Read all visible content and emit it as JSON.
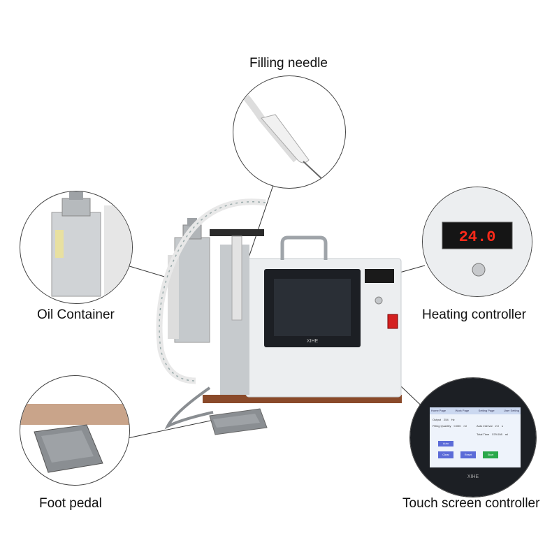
{
  "labels": {
    "filling_needle": "Filling needle",
    "oil_container": "Oil Container",
    "heating_controller": "Heating controller",
    "foot_pedal": "Foot pedal",
    "touch_screen_controller": "Touch screen controller"
  },
  "brand": "XIHE",
  "heating_display": "24.0",
  "touch_screen": {
    "tabs": [
      "Home Page",
      "Work Page",
      "Setting Page",
      "User Setting"
    ],
    "rows": [
      {
        "label": "Output",
        "value": "254",
        "unit": "Hz"
      },
      {
        "label": "Filling Quantity",
        "value": "0.000",
        "unit": "ml"
      },
      {
        "label": "Auto Interval",
        "value": "2.0",
        "unit": "s"
      },
      {
        "label": "Total Time",
        "value": "579.008",
        "unit": "ml"
      }
    ],
    "buttons": {
      "auto": "Auto",
      "clear": "Clear",
      "reset": "Reset",
      "start": "Start"
    }
  },
  "colors": {
    "led_red": "#ff2a1a",
    "screen_dark": "#1c1f24",
    "machine_white": "#eceef0",
    "steel": "#b9bdc1",
    "pedal_grey": "#8a8e92",
    "switch_red": "#d42020"
  }
}
